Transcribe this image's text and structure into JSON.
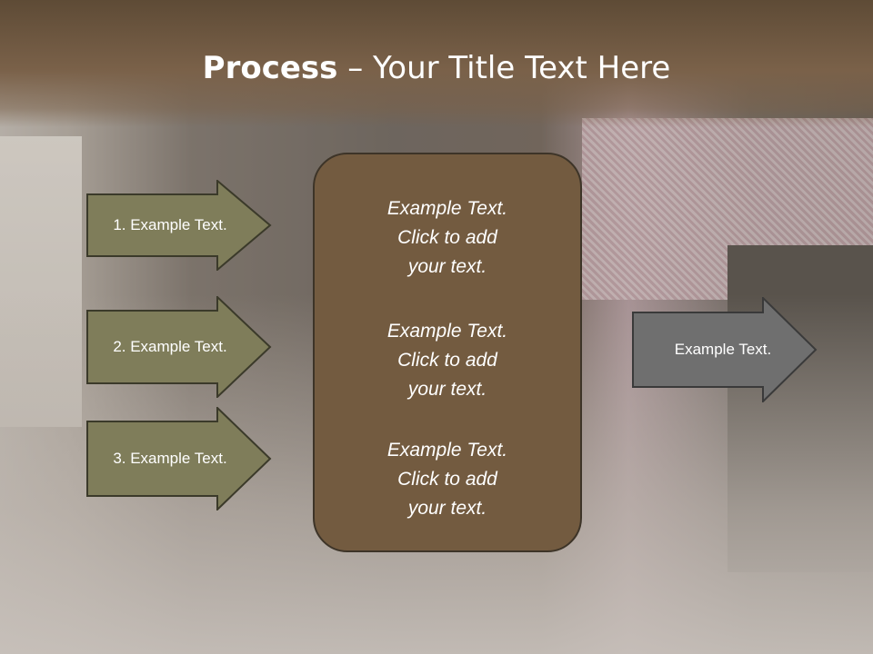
{
  "title": {
    "bold": "Process",
    "dash": " – ",
    "rest": "Your Title Text Here"
  },
  "left_steps": [
    {
      "label": "1. Example Text."
    },
    {
      "label": "2. Example Text."
    },
    {
      "label": "3. Example Text."
    }
  ],
  "center_blocks": [
    {
      "line1": "Example Text.",
      "line2": "Click  to add",
      "line3": "your text."
    },
    {
      "line1": "Example Text.",
      "line2": "Click  to add",
      "line3": "your text."
    },
    {
      "line1": "Example Text.",
      "line2": "Click  to add",
      "line3": "your text."
    }
  ],
  "right_arrow": {
    "label": "Example Text."
  },
  "colors": {
    "title_band": "#7a6149",
    "left_arrow_fill": "#7f7d5a",
    "center_box_fill": "#735b40",
    "right_arrow_fill": "#6f6f6f"
  }
}
